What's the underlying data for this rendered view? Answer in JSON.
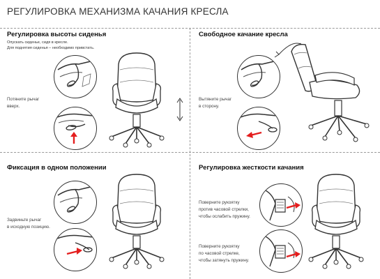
{
  "title": "РЕГУЛИРОВКА МЕХАНИЗМА КАЧАНИЯ КРЕСЛА",
  "sections": {
    "seat_height": {
      "title": "Регулировка высоты сиденья",
      "desc_line1": "Опускать сиденье, сидя в кресле.",
      "desc_line2": "Для поднятия сиденья – необходимо привстать.",
      "note_line1": "Потяните рычаг",
      "note_line2": "вверх."
    },
    "free_swing": {
      "title": "Свободное качание кресла",
      "note_line1": "Вытяните рычаг",
      "note_line2": "в сторону."
    },
    "fixation": {
      "title": "Фиксация в одном положении",
      "note_line1": "Задвиньте рычаг",
      "note_line2": "в исходную позицию."
    },
    "stiffness": {
      "title": "Регулировка жесткости качания",
      "note1_line1": "Поверните рукоятку",
      "note1_line2": "против часовой стрелки,",
      "note1_line3": "чтобы ослабить пружину.",
      "note2_line1": "Поверните рукоятку",
      "note2_line2": "по часовой стрелке,",
      "note2_line3": "чтобы затянуть пружину."
    }
  },
  "colors": {
    "arrow": "#e41e1e",
    "line": "#333333",
    "chair": "#3a3a3a"
  },
  "icons": [
    "lever-detail-icon",
    "office-chair-icon",
    "swing-arrow-icon",
    "height-arrow-icon",
    "knob-detail-icon"
  ]
}
